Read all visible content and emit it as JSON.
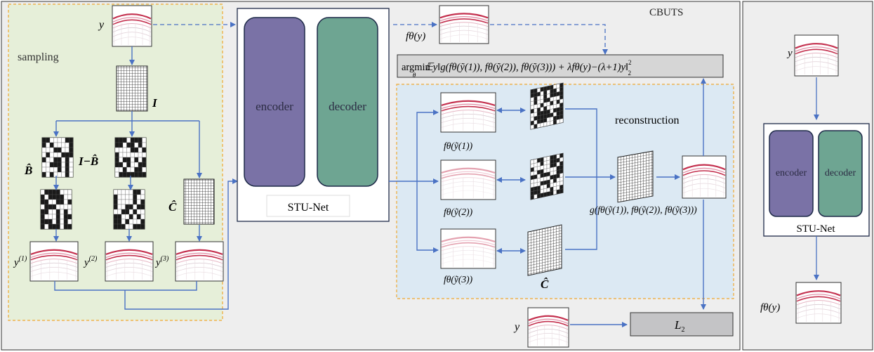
{
  "title": "CBUTS",
  "sampling": {
    "label": "sampling",
    "input": "y",
    "mask_full": "I",
    "mask_b": "B̂",
    "mask_ib": "I−B̂",
    "mask_c": "Ĉ",
    "out1": "y",
    "out1_sup": "(1)",
    "out2": "y",
    "out2_sup": "(2)",
    "out3": "y",
    "out3_sup": "(3)"
  },
  "network": {
    "encoder": "encoder",
    "decoder": "decoder",
    "name": "STU-Net",
    "output_label": "fθ(y)"
  },
  "objective": {
    "argmin": "argmin",
    "sub": "θ",
    "expr": "𝔼y‖g(fθ(ỹ(1)), fθ(ỹ(2)), fθ(ỹ(3))) + λfθ(y)−(λ+1)y‖",
    "norm_sup": "2",
    "norm_sub": "2"
  },
  "reconstruction": {
    "label": "reconstruction",
    "pred1": "fθ(ỹ(1))",
    "pred2": "fθ(ỹ(2))",
    "pred3": "fθ(ỹ(3))",
    "mask": "Ĉ",
    "merge": "g(fθ(ỹ(1)), fθ(ỹ(2)), fθ(ỹ(3)))"
  },
  "loss": {
    "input": "y",
    "name": "L",
    "sub": "2"
  },
  "inference": {
    "input": "y",
    "encoder": "encoder",
    "decoder": "decoder",
    "name": "STU-Net",
    "output": "fθ(y)"
  },
  "colors": {
    "sampling_bg": "#e6efd9",
    "recon_bg": "#dce9f3",
    "dash_border": "#f0a830",
    "arrow": "#4a72c4",
    "encoder": "#7a72a6",
    "decoder": "#6ea592",
    "loss_box": "#c4c4c6"
  }
}
